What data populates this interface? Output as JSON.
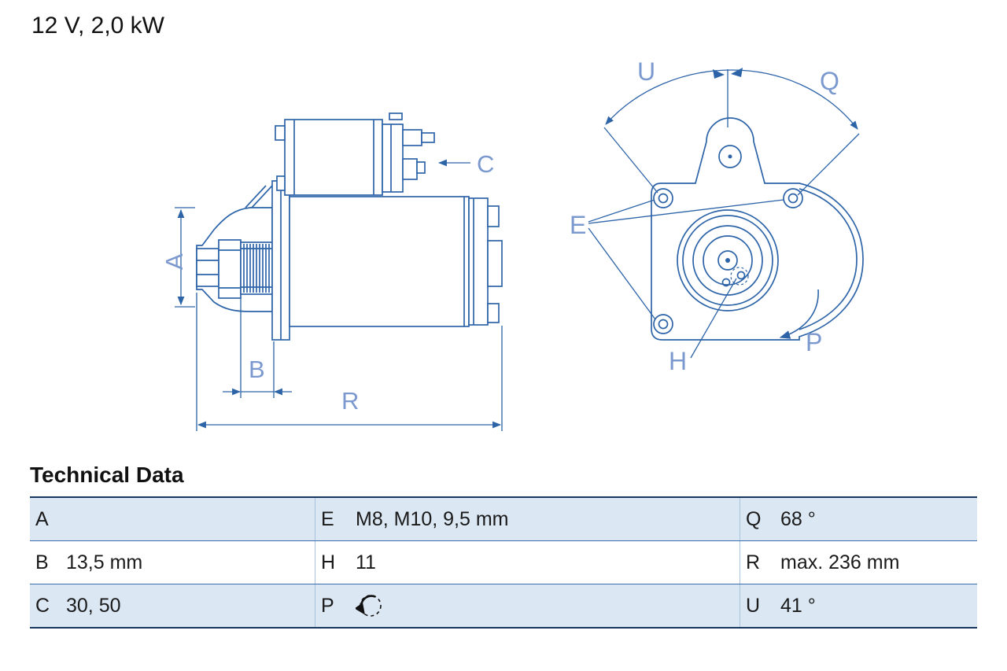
{
  "title": "12 V, 2,0 kW",
  "colors": {
    "line": "#2d64a8",
    "label": "#7b99cf",
    "table_border_dark": "#17365f",
    "table_row_alt": "#dbe7f3"
  },
  "drawing": {
    "side_view_labels": {
      "A": "A",
      "B": "B",
      "C": "C",
      "R": "R"
    },
    "front_view_labels": {
      "E": "E",
      "H": "H",
      "P": "P",
      "Q": "Q",
      "U": "U"
    }
  },
  "table": {
    "heading": "Technical Data",
    "rows": [
      {
        "cells": [
          {
            "key": "A",
            "value": ""
          },
          {
            "key": "E",
            "value": "M8, M10, 9,5 mm"
          },
          {
            "key": "Q",
            "value": "68 °"
          }
        ]
      },
      {
        "cells": [
          {
            "key": "B",
            "value": "13,5 mm"
          },
          {
            "key": "H",
            "value": "11"
          },
          {
            "key": "R",
            "value": "max. 236 mm"
          }
        ]
      },
      {
        "cells": [
          {
            "key": "C",
            "value": "30, 50"
          },
          {
            "key": "P",
            "value": "",
            "icon": "rotation-ccw-icon"
          },
          {
            "key": "U",
            "value": "41 °"
          }
        ]
      }
    ]
  }
}
